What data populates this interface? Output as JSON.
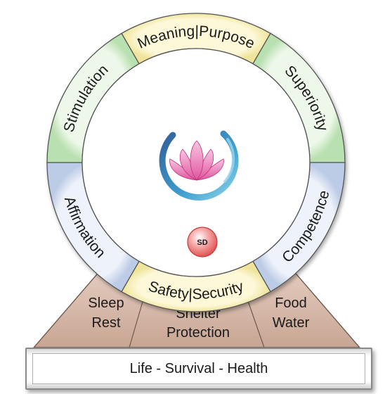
{
  "ring": {
    "segments": [
      {
        "label": "Meaning",
        "label2": "Purpose",
        "color": "#f2eaa6"
      },
      {
        "label": "Superiority",
        "color": "#cfe9c8"
      },
      {
        "label": "Competence",
        "color": "#d2dcef"
      },
      {
        "label": "Safety",
        "label2": "Security",
        "color": "#f2e7a2"
      },
      {
        "label": "Affirmation",
        "color": "#d2dcef"
      },
      {
        "label": "Stimulation",
        "color": "#cfe9c8"
      }
    ],
    "center_icon": "lotus-enso-icon",
    "sd_label": "SD",
    "sd_color": "#f05a5a"
  },
  "base": {
    "color": "#d1b09f",
    "sections": [
      {
        "line1": "Sleep",
        "line2": "Rest"
      },
      {
        "line1": "Shelter",
        "line2": "Protection"
      },
      {
        "line1": "Food",
        "line2": "Water"
      }
    ],
    "foundation_label": "Life - Survival - Health"
  }
}
